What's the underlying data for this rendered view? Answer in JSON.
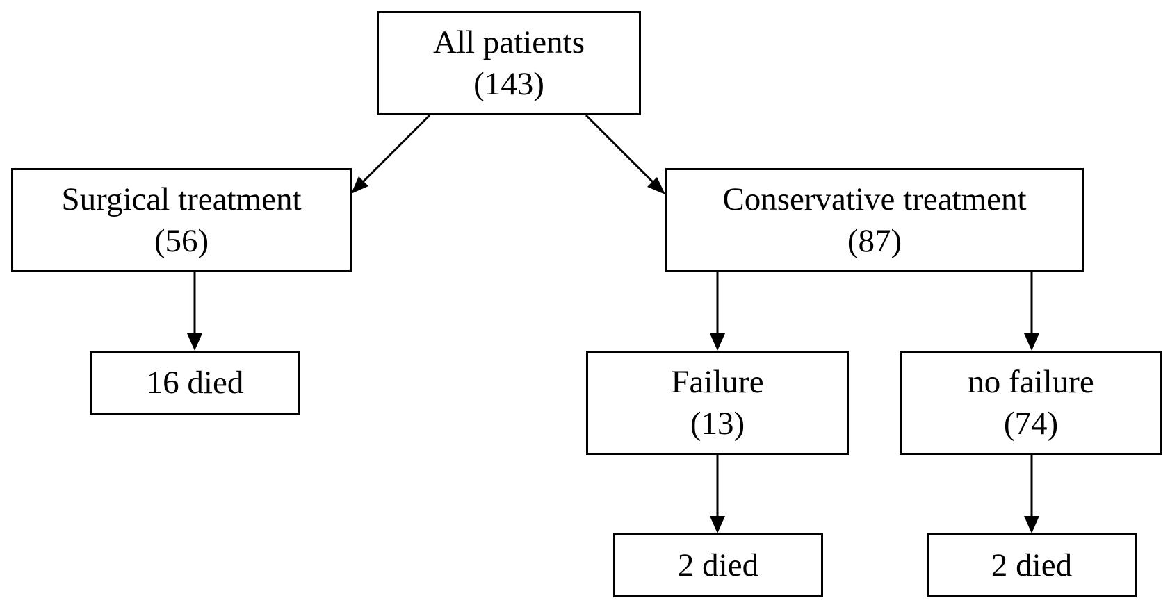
{
  "flowchart": {
    "all_patients": {
      "label": "All patients",
      "count": "(143)"
    },
    "surgical": {
      "label": "Surgical treatment",
      "count": "(56)"
    },
    "surgical_died": {
      "label": "16 died"
    },
    "conservative": {
      "label": "Conservative treatment",
      "count": "(87)"
    },
    "failure": {
      "label": "Failure",
      "count": "(13)"
    },
    "failure_died": {
      "label": "2 died"
    },
    "no_failure": {
      "label": "no failure",
      "count": "(74)"
    },
    "no_failure_died": {
      "label": "2 died"
    }
  }
}
